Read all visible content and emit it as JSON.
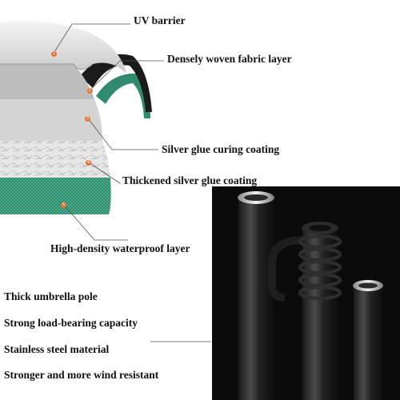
{
  "layers": [
    {
      "num": "1",
      "label": "UV barrier"
    },
    {
      "num": "2",
      "label": "Densely woven fabric layer"
    },
    {
      "num": "3",
      "label": "Silver glue curing coating"
    },
    {
      "num": "4",
      "label": "Thickened silver glue coating"
    },
    {
      "num": "5",
      "label": "High-density waterproof layer"
    }
  ],
  "features": [
    "Thick umbrella pole",
    "Strong load-bearing capacity",
    "Stainless steel material",
    "Stronger and more wind resistant"
  ],
  "colors": {
    "marker": "#e8742e",
    "fabric_green": "#2f8a6e",
    "photo_bg": "#0b0b0b"
  }
}
